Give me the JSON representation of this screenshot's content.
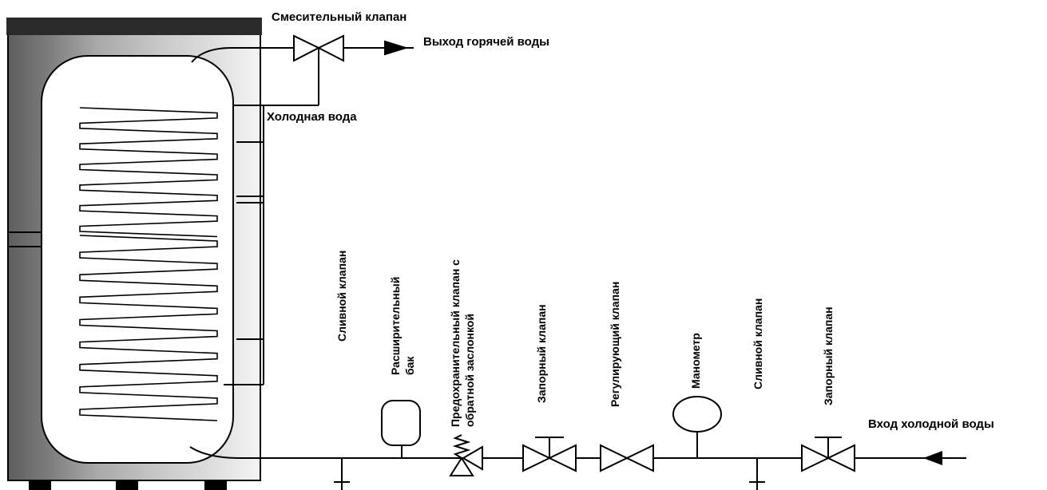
{
  "labels": {
    "mixing_valve": "Смесительный клапан",
    "hot_water_out": "Выход горячей воды",
    "cold_water": "Холодная вода",
    "cold_water_in": "Вход холодной воды",
    "drain_valve_1": "Сливной клапан",
    "expansion_tank_line1": "Расширительный",
    "expansion_tank_line2": "бак",
    "safety_valve_line1": "Предохранительный клапан с",
    "safety_valve_line2": "обратной заслонкой",
    "shutoff_valve_1": "Запорный клапан",
    "regulating_valve": "Регулирующий  клапан",
    "manometer": "Манометр",
    "drain_valve_2": "Сливной клапан",
    "shutoff_valve_2": "Запорный клапан"
  },
  "colors": {
    "line": "#000000",
    "tank_shell_dark": "#6a6a6a",
    "tank_shell_light": "#f2f2f2",
    "tank_top": "#2a2a2a",
    "inner_tank": "#ffffff"
  },
  "icons": {
    "shutoff_valve": "bowtie-valve-with-handle",
    "regulating_valve": "bowtie-valve",
    "safety_valve": "spring-relief-valve",
    "drain_valve": "tee-drain",
    "manometer": "gauge-circle",
    "expansion_tank": "rounded-vessel",
    "flow_arrow": "arrow-head"
  }
}
